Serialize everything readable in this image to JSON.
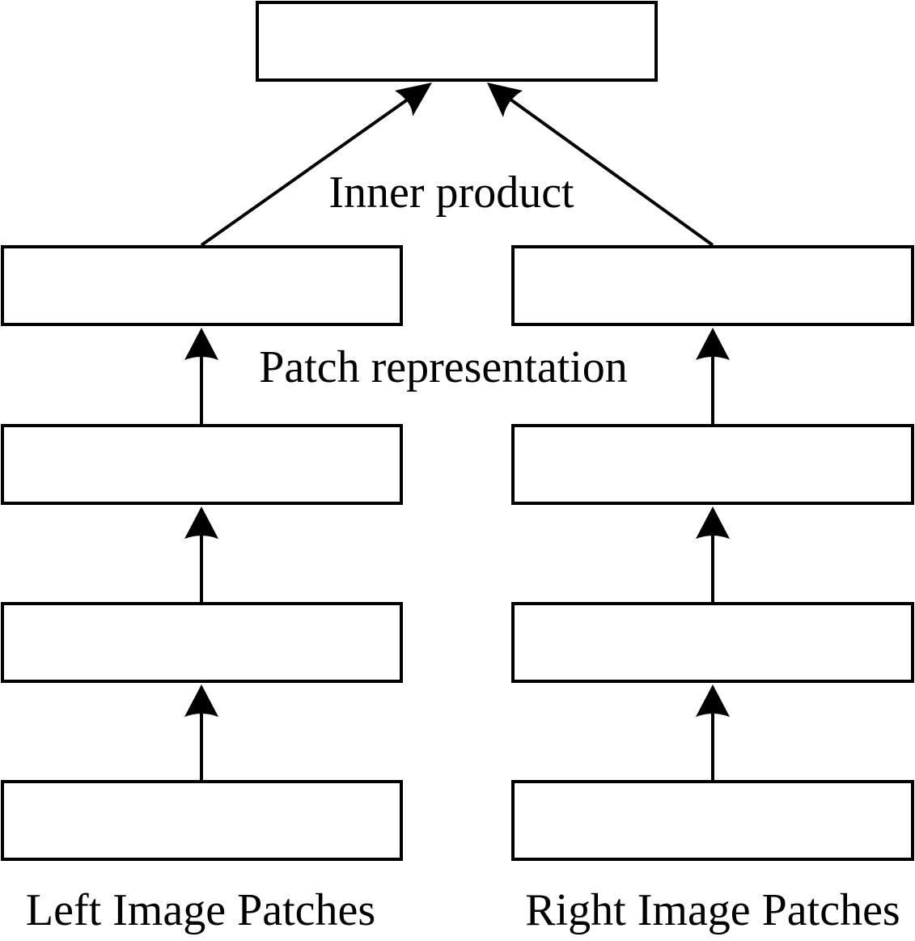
{
  "diagram": {
    "title": "Siamese patch matching network",
    "colors": {
      "stroke": "#000000",
      "background": "#ffffff",
      "text": "#000000"
    },
    "labels": {
      "inner_product": "Inner product",
      "patch_representation": "Patch representation",
      "left_input": "Left Image Patches",
      "right_input": "Right Image Patches"
    },
    "nodes": [
      {
        "id": "output",
        "branch": "shared",
        "level": 5
      },
      {
        "id": "left-4",
        "branch": "left",
        "level": 4
      },
      {
        "id": "left-3",
        "branch": "left",
        "level": 3
      },
      {
        "id": "left-2",
        "branch": "left",
        "level": 2
      },
      {
        "id": "left-1",
        "branch": "left",
        "level": 1
      },
      {
        "id": "right-4",
        "branch": "right",
        "level": 4
      },
      {
        "id": "right-3",
        "branch": "right",
        "level": 3
      },
      {
        "id": "right-2",
        "branch": "right",
        "level": 2
      },
      {
        "id": "right-1",
        "branch": "right",
        "level": 1
      }
    ],
    "edges": [
      {
        "from": "left-1",
        "to": "left-2"
      },
      {
        "from": "left-2",
        "to": "left-3"
      },
      {
        "from": "left-3",
        "to": "left-4"
      },
      {
        "from": "left-4",
        "to": "output"
      },
      {
        "from": "right-1",
        "to": "right-2"
      },
      {
        "from": "right-2",
        "to": "right-3"
      },
      {
        "from": "right-3",
        "to": "right-4"
      },
      {
        "from": "right-4",
        "to": "output"
      }
    ]
  }
}
